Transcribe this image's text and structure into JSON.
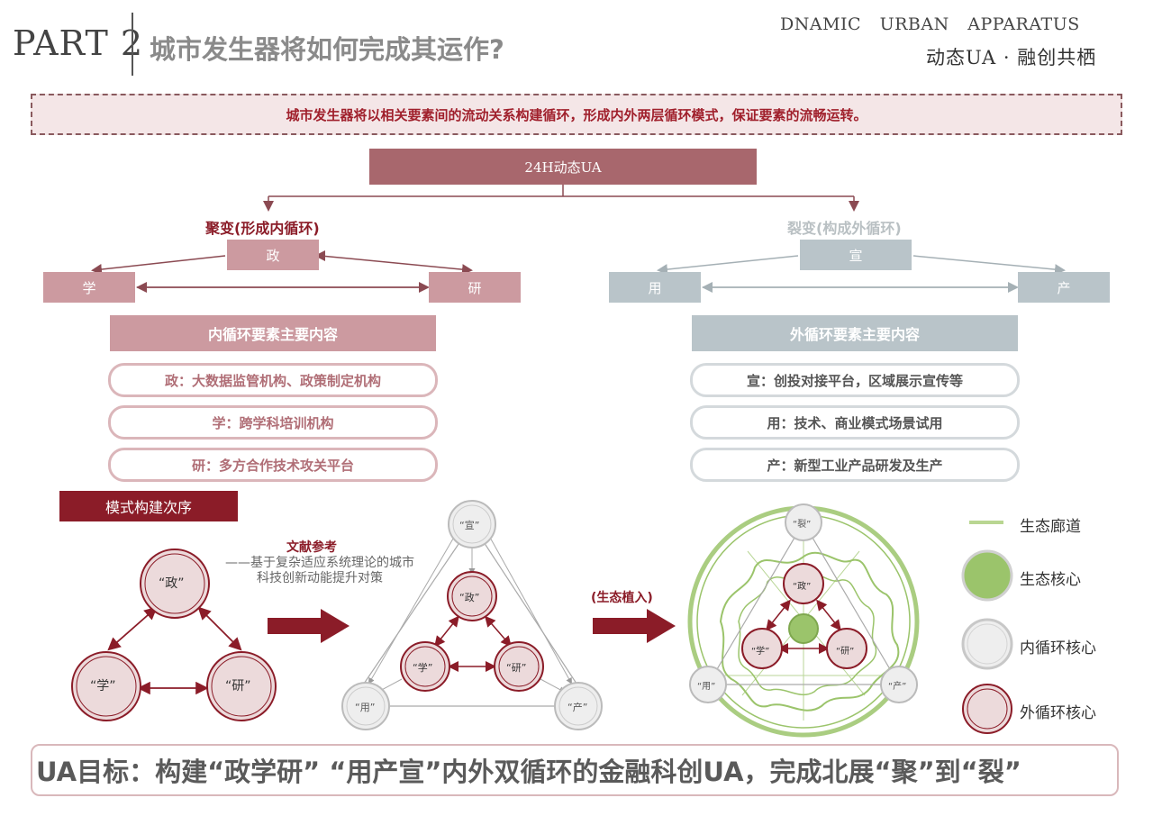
{
  "header": {
    "part": "PART 2",
    "title": "城市发生器将如何完成其运作?",
    "brand_en": "DNAMIC URBAN APPARATUS",
    "brand_cn": "动态UA · 融创共栖"
  },
  "banner": "城市发生器将以相关要素间的流动关系构建循环，形成内外两层循环模式，保证要素的流畅运转。",
  "root": "24H动态UA",
  "inner": {
    "title": "聚变(形成内循环)",
    "nodes": [
      "政",
      "学",
      "研"
    ],
    "content_title": "内循环要素主要内容",
    "items": [
      "政：大数据监管机构、政策制定机构",
      "学：跨学科培训机构",
      "研：多方合作技术攻关平台"
    ]
  },
  "outer": {
    "title": "裂变(构成外循环)",
    "nodes": [
      "宣",
      "用",
      "产"
    ],
    "content_title": "外循环要素主要内容",
    "items": [
      "宣：创投对接平台，区域展示宣传等",
      "用：技术、商业模式场景试用",
      "产：新型工业产品研发及生产"
    ]
  },
  "sequence": {
    "label": "模式构建次序",
    "reference_title": "文献参考",
    "reference_text": "——基于复杂适应系统理论的城市科技创新动能提升对策",
    "eco_label": "(生态植入)",
    "inner_circle_labels": [
      "“政”",
      "“学”",
      "“研”"
    ],
    "outer_circle_labels": [
      "“宣”",
      "“用”",
      "“产”"
    ],
    "eco_outer_labels": [
      "“裂”",
      "“用”",
      "“产”"
    ]
  },
  "legend": [
    {
      "label": "生态廊道",
      "icon": "green-line-icon"
    },
    {
      "label": "生态核心",
      "icon": "green-circle-icon"
    },
    {
      "label": "内循环核心",
      "icon": "grey-circle-icon"
    },
    {
      "label": "外循环核心",
      "icon": "pink-circle-icon"
    }
  ],
  "target": "UA目标：构建“政学研” “用产宣”内外双循环的金融科创UA，完成北展“聚”到“裂”",
  "colors": {
    "pink": "#cc9aa0",
    "maroon": "#8b1c28",
    "grey": "#b9c4c9",
    "green": "#9bc46b"
  }
}
